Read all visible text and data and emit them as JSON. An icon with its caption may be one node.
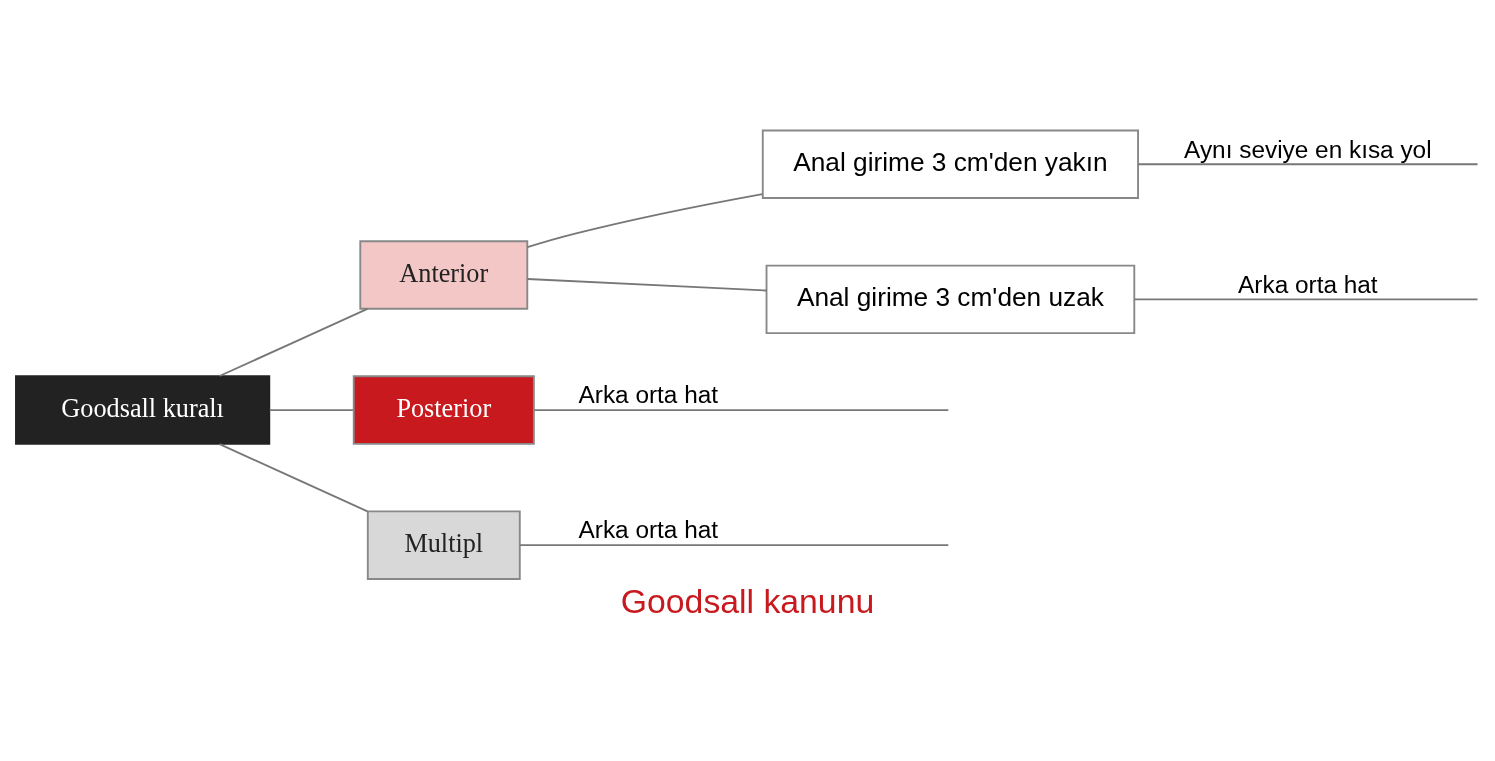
{
  "diagram": {
    "caption": "Goodsall kanunu",
    "nodes": [
      {
        "text": [
          "Goodsall kuralı"
        ]
      },
      {
        "text": [
          "Anterior"
        ]
      },
      {
        "text": [
          "Posterior"
        ]
      },
      {
        "text": [
          "Multipl"
        ]
      },
      {
        "text": [
          "Anal girime 3 cm'den yakın"
        ]
      },
      {
        "text": [
          "Anal girime 3 cm'den uzak"
        ]
      }
    ],
    "edges": [
      {
        "from": 0,
        "to": 1,
        "arrow": "none"
      },
      {
        "from": 0,
        "to": 2,
        "arrow": "none"
      },
      {
        "from": 0,
        "to": 3,
        "arrow": "none"
      },
      {
        "from": 1,
        "to": 4,
        "arrow": "none"
      },
      {
        "from": 1,
        "to": 5,
        "arrow": "none"
      },
      {
        "from": 4,
        "to": null,
        "arrow": "none",
        "label": "Aynı seviye en kısa yol"
      },
      {
        "from": 5,
        "to": null,
        "arrow": "none",
        "label": "Arka orta hat"
      },
      {
        "from": 2,
        "to": null,
        "arrow": "none",
        "label": "Arka orta hat"
      },
      {
        "from": 3,
        "to": null,
        "arrow": "none",
        "label": "Arka orta hat"
      }
    ]
  }
}
